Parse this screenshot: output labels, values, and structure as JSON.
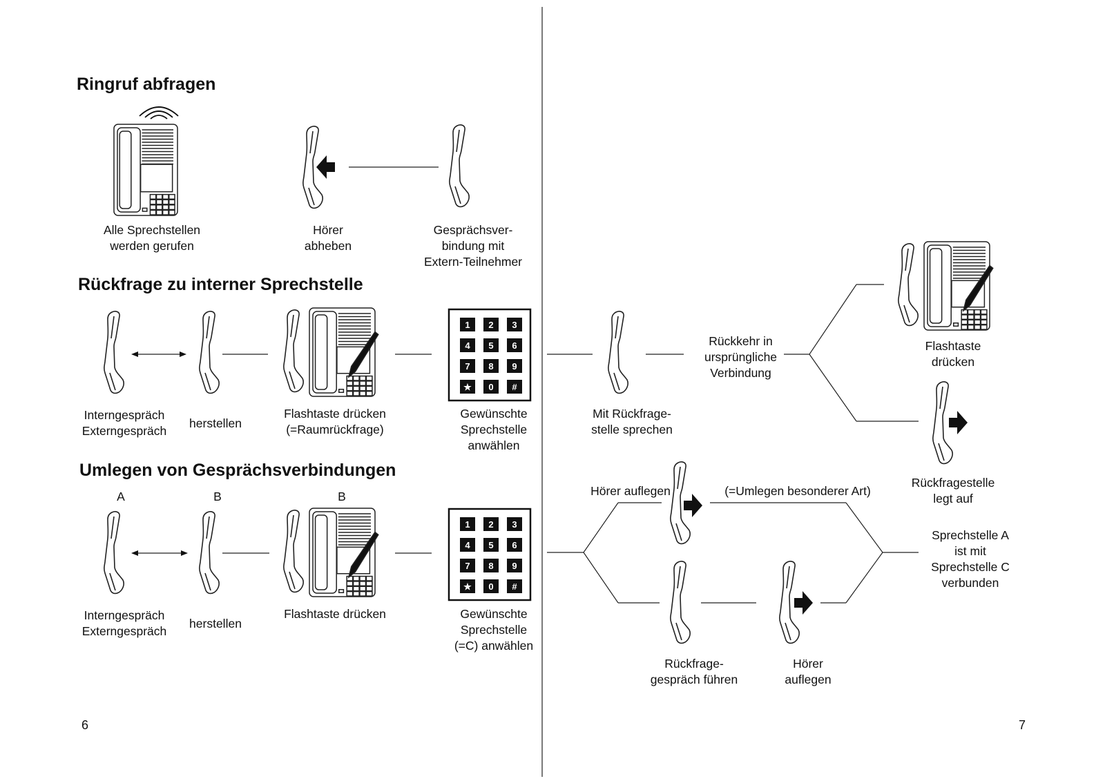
{
  "page_left": {
    "page_number": "6",
    "sections": [
      {
        "title": "Ringruf abfragen",
        "captions": [
          [
            "Alle Sprechstellen",
            "werden gerufen"
          ],
          [
            "Hörer",
            "abheben"
          ],
          [
            "Gesprächsver-",
            "bindung mit",
            "Extern-Teilnehmer"
          ]
        ]
      },
      {
        "title": "Rückfrage zu interner Sprechstelle",
        "captions": [
          [
            "Interngespräch",
            "Externgespräch"
          ],
          [
            "herstellen"
          ],
          [
            "Flashtaste drücken",
            "(=Raumrückfrage)"
          ],
          [
            "Gewünschte",
            "Sprechstelle",
            "anwählen"
          ]
        ]
      },
      {
        "title": "Umlegen von Gesprächsverbindungen",
        "phone_labels": [
          "A",
          "B",
          "B"
        ],
        "captions": [
          [
            "Interngespräch",
            "Externgespräch"
          ],
          [
            "herstellen"
          ],
          [
            "Flashtaste drücken"
          ],
          [
            "Gewünschte",
            "Sprechstelle",
            "(=C) anwählen"
          ]
        ]
      }
    ],
    "keypad_keys": [
      "1",
      "2",
      "3",
      "4",
      "5",
      "6",
      "7",
      "8",
      "9",
      "★",
      "0",
      "#"
    ]
  },
  "page_right": {
    "page_number": "7",
    "captions": {
      "consult_speak": [
        "Mit Rückfrage-",
        "stelle sprechen"
      ],
      "return_original": [
        "Rückkehr in",
        "ursprüngliche",
        "Verbindung"
      ],
      "flash_press": [
        "Flashtaste",
        "drücken"
      ],
      "consult_hangs_up": [
        "Rückfragestelle",
        "legt auf"
      ],
      "handset_hang_up_top": "Hörer auflegen",
      "special_transfer": "(=Umlegen besonderer Art)",
      "result": [
        "Sprechstelle A",
        "ist mit",
        "Sprechstelle C",
        "verbunden"
      ],
      "consult_call": [
        "Rückfrage-",
        "gespräch führen"
      ],
      "handset_hang_up_bottom": [
        "Hörer",
        "auflegen"
      ]
    }
  }
}
